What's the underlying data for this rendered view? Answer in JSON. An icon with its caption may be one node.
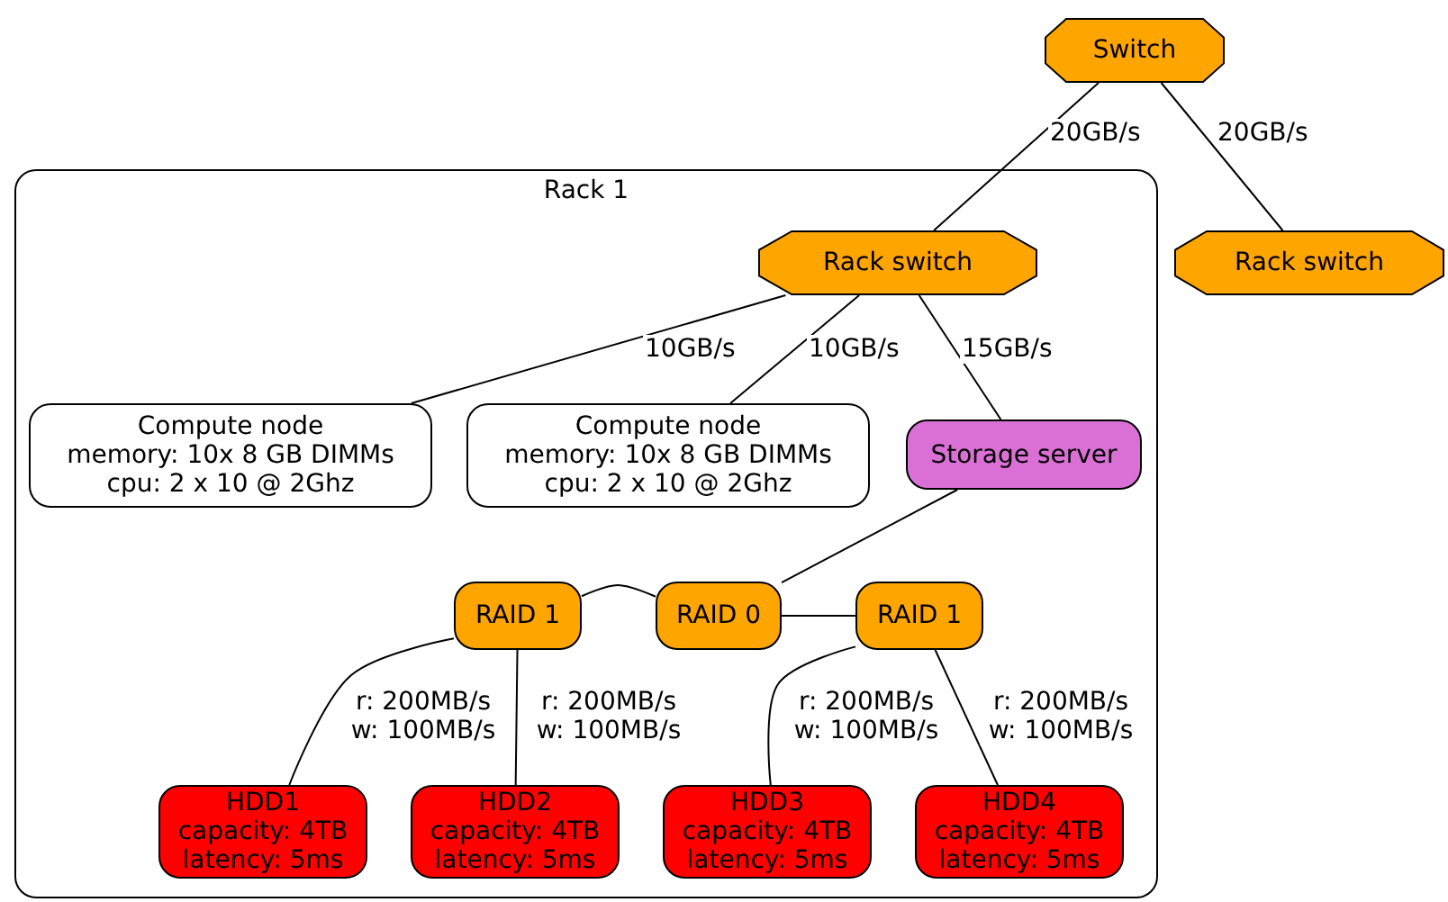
{
  "diagram": {
    "nodes": [
      {
        "text": [
          "Switch"
        ]
      },
      {
        "text": [
          "Rack 1"
        ]
      },
      {
        "text": [
          "Rack switch"
        ],
        "in": 1
      },
      {
        "text": [
          "Compute node",
          "memory: 10x 8 GB DIMMs",
          "cpu: 2 x 10 @ 2Ghz"
        ],
        "in": 1
      },
      {
        "text": [
          "Compute node",
          "memory: 10x 8 GB DIMMs",
          "cpu: 2 x 10 @ 2Ghz"
        ],
        "in": 1
      },
      {
        "text": [
          "Storage server"
        ],
        "in": 1
      },
      {
        "text": [
          "RAID 1"
        ],
        "in": 1
      },
      {
        "text": [
          "RAID 0"
        ],
        "in": 1
      },
      {
        "text": [
          "RAID 1"
        ],
        "in": 1
      },
      {
        "text": [
          "HDD1",
          "capacity: 4TB",
          "latency: 5ms"
        ],
        "in": 1
      },
      {
        "text": [
          "HDD2",
          "capacity: 4TB",
          "latency: 5ms"
        ],
        "in": 1
      },
      {
        "text": [
          "HDD3",
          "capacity: 4TB",
          "latency: 5ms"
        ],
        "in": 1
      },
      {
        "text": [
          "HDD4",
          "capacity: 4TB",
          "latency: 5ms"
        ],
        "in": 1
      },
      {
        "text": [
          "Rack switch"
        ]
      }
    ],
    "edges": [
      {
        "from": 0,
        "to": 2,
        "arrow": "none",
        "label": "20GB/s"
      },
      {
        "from": 0,
        "to": 13,
        "arrow": "none",
        "label": "20GB/s"
      },
      {
        "from": 2,
        "to": 3,
        "arrow": "none",
        "label": "10GB/s"
      },
      {
        "from": 2,
        "to": 4,
        "arrow": "none",
        "label": "10GB/s"
      },
      {
        "from": 2,
        "to": 5,
        "arrow": "none",
        "label": "15GB/s"
      },
      {
        "from": 5,
        "to": 7,
        "arrow": "none"
      },
      {
        "from": 7,
        "to": 6,
        "arrow": "none"
      },
      {
        "from": 7,
        "to": 8,
        "arrow": "none"
      },
      {
        "from": 6,
        "to": 9,
        "arrow": "none",
        "label": "r: 200MB/s w: 100MB/s"
      },
      {
        "from": 6,
        "to": 10,
        "arrow": "none",
        "label": "r: 200MB/s w: 100MB/s"
      },
      {
        "from": 8,
        "to": 11,
        "arrow": "none",
        "label": "r: 200MB/s w: 100MB/s"
      },
      {
        "from": 8,
        "to": 12,
        "arrow": "none",
        "label": "r: 200MB/s w: 100MB/s"
      }
    ]
  }
}
